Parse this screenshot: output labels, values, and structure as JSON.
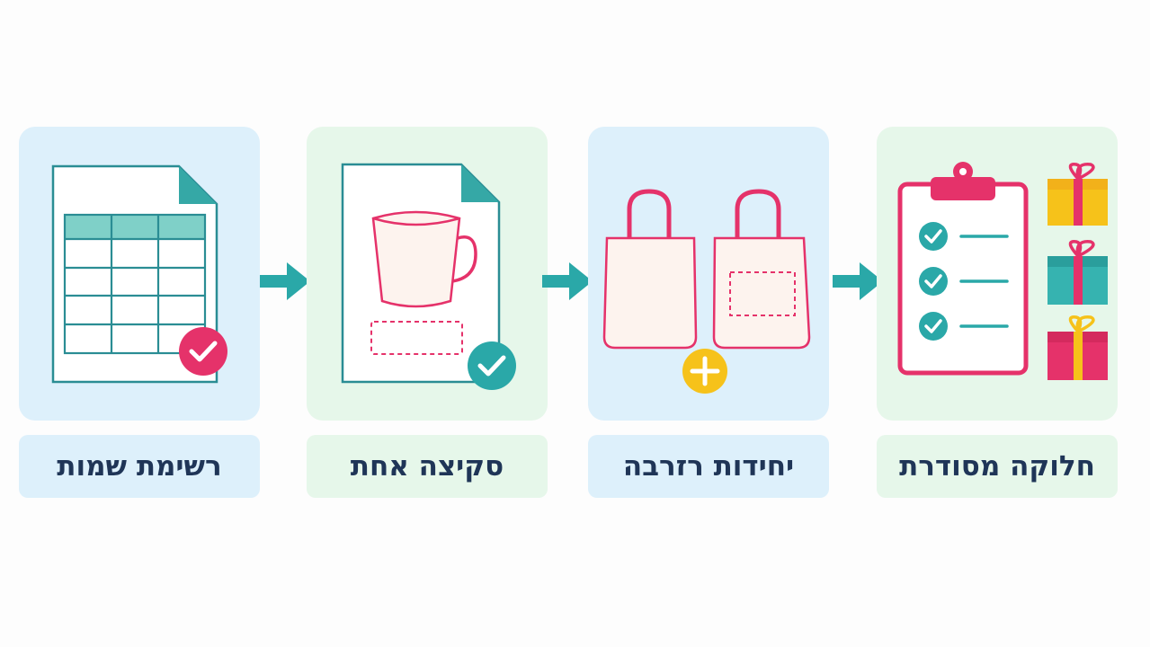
{
  "steps": [
    {
      "label": "רשימת שמות",
      "icon": "spreadsheet-document-icon",
      "badge": "check-badge-icon"
    },
    {
      "label": "סקיצה אחת",
      "icon": "mug-sketch-document-icon",
      "badge": "check-badge-icon"
    },
    {
      "label": "יחידות רזרבה",
      "icon": "tote-bags-icon",
      "badge": "plus-badge-icon"
    },
    {
      "label": "חלוקה מסודרת",
      "icon": "checklist-clipboard-icon",
      "badge": "gift-boxes-icon"
    }
  ],
  "colors": {
    "teal": "#2aa8a8",
    "pink": "#e5326a",
    "yellow": "#f6c21a",
    "navy": "#1f3557",
    "card_blue": "#ddf0fb",
    "card_green": "#e6f7ea"
  }
}
